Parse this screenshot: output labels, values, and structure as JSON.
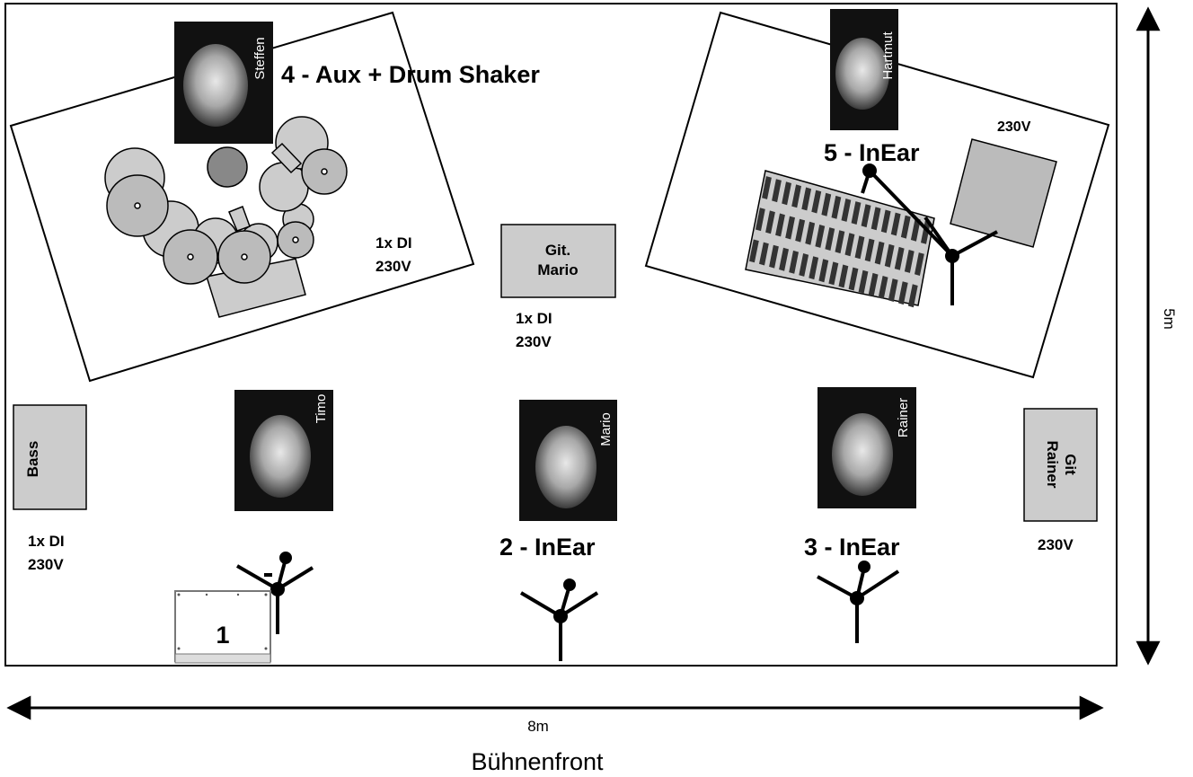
{
  "dimensions": {
    "height": "5m",
    "width": "8m"
  },
  "stage_front": "Bühnenfront",
  "musicians": {
    "steffen": {
      "name": "Steffen",
      "monitor": "4 - Aux + Drum Shaker",
      "power": [
        "1x DI",
        "230V"
      ]
    },
    "hartmut": {
      "name": "Hartmut",
      "monitor": "5 - InEar",
      "power": "230V"
    },
    "timo": {
      "name": "Timo",
      "monitor": "1"
    },
    "mario": {
      "name": "Mario",
      "monitor": "2 - InEar"
    },
    "rainer": {
      "name": "Rainer",
      "monitor": "3 - InEar"
    }
  },
  "amps": {
    "git_mario": {
      "label": [
        "Git.",
        "Mario"
      ],
      "power": [
        "1x DI",
        "230V"
      ]
    },
    "bass": {
      "label": "Bass",
      "power": [
        "1x DI",
        "230V"
      ]
    },
    "git_rainer": {
      "label": [
        "Git",
        "Rainer"
      ],
      "power": "230V"
    }
  },
  "colors": {
    "stage_line": "#000000",
    "equipment": "#cccccc",
    "cymbal": "#bbbbbb",
    "tom": "#888888",
    "photo_bg": "#111111"
  }
}
